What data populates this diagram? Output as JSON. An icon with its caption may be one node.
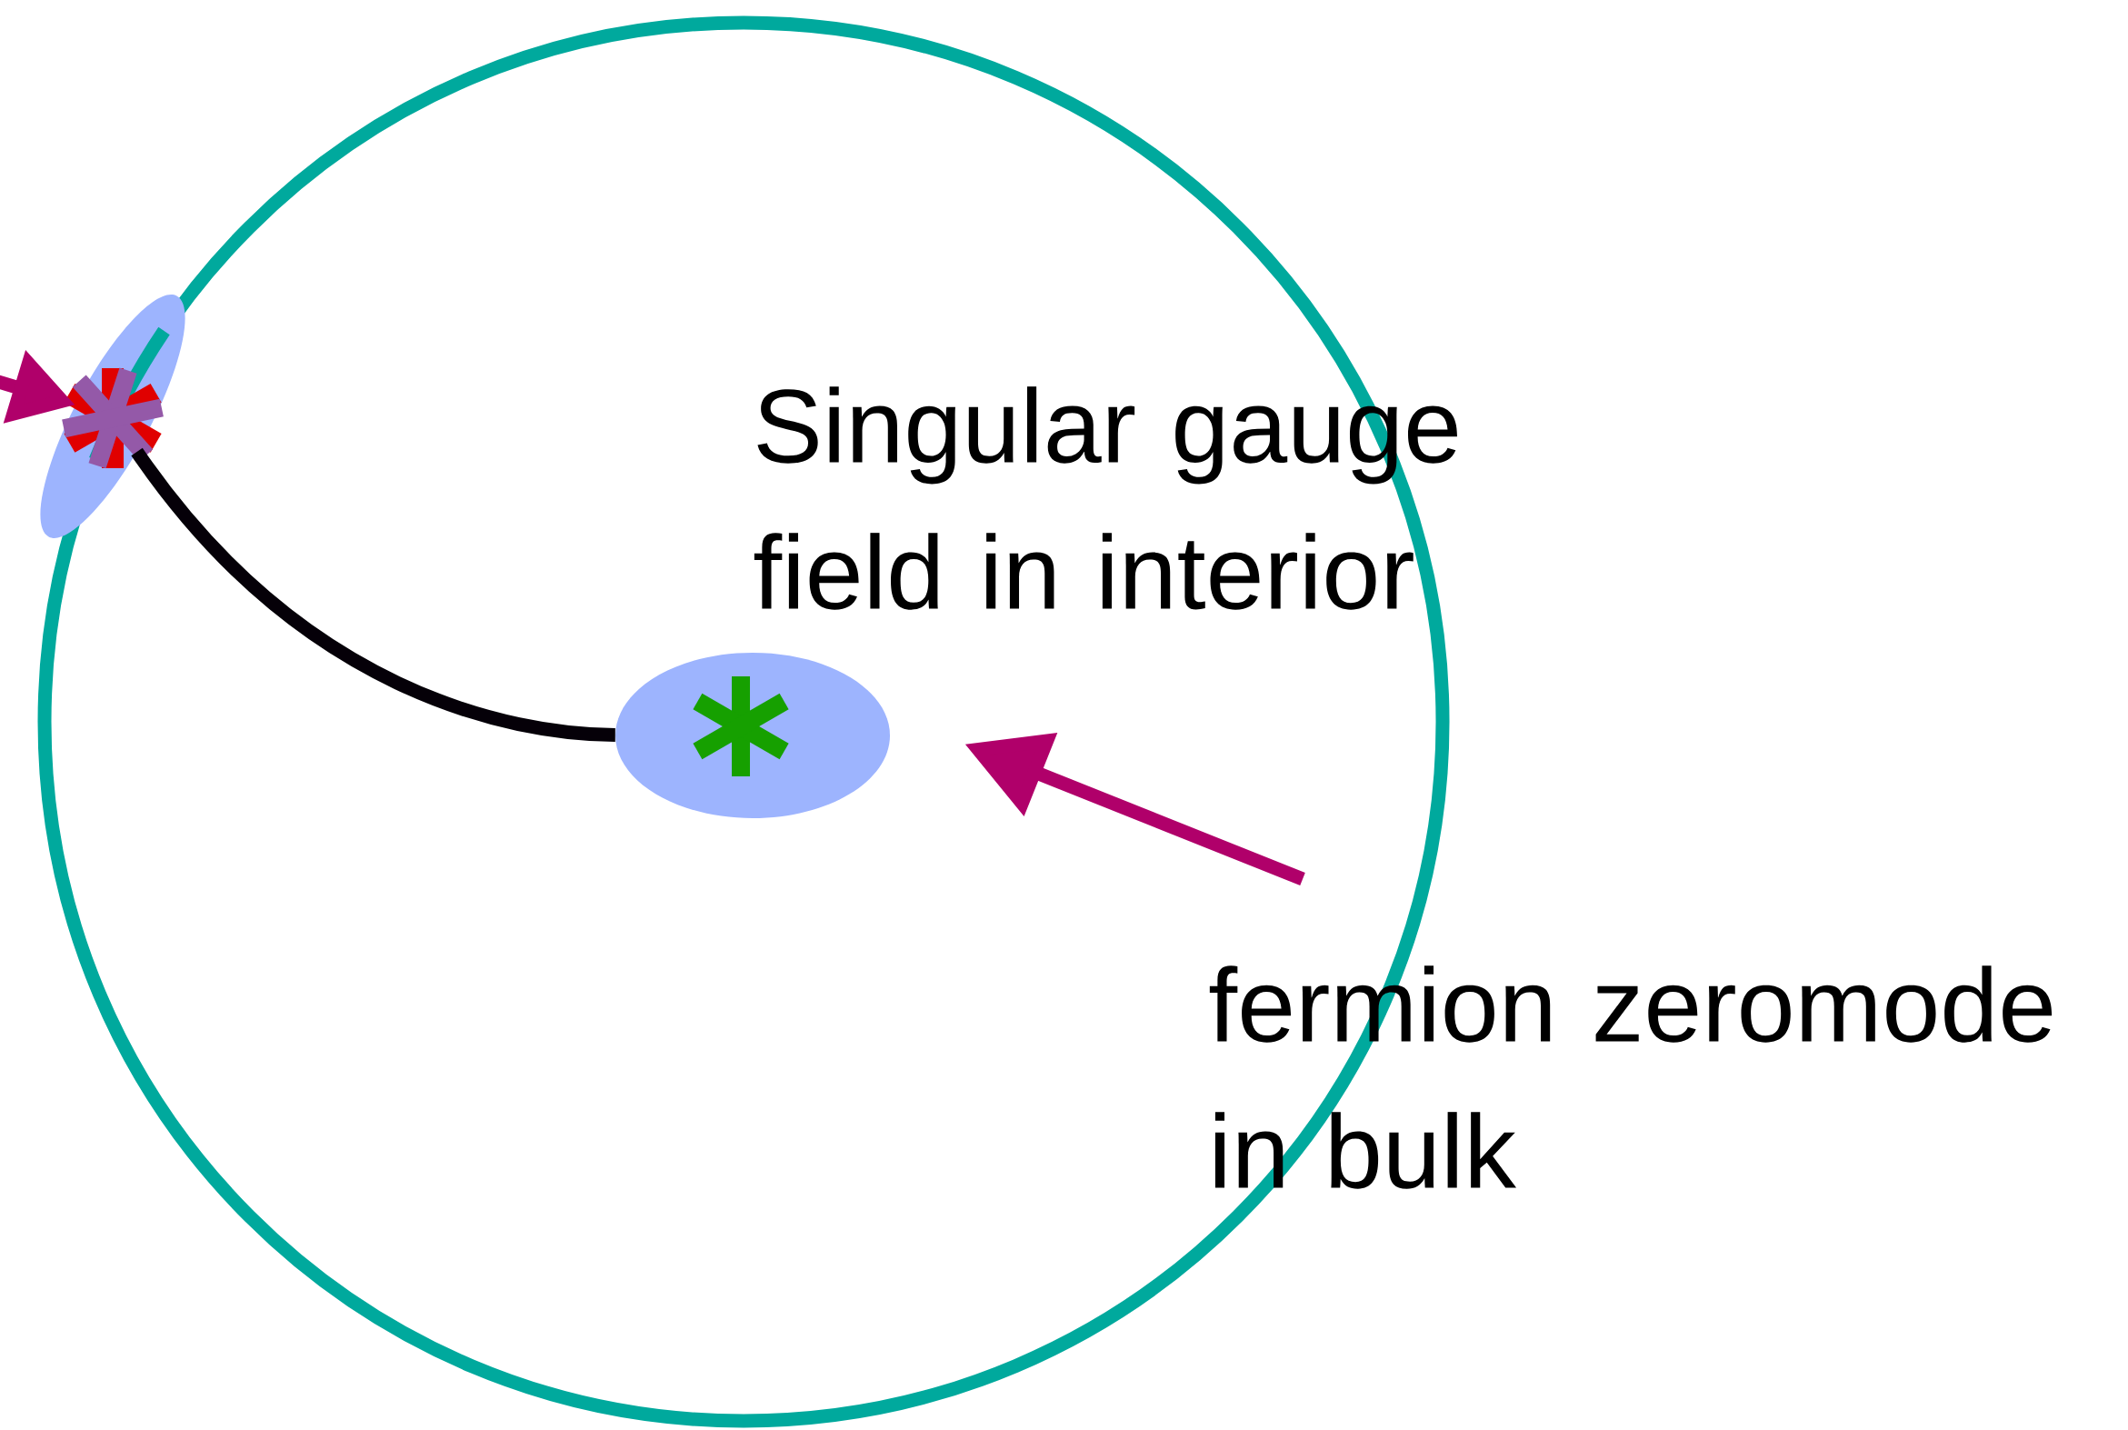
{
  "diagram": {
    "nodes": [
      {
        "text": [],
        "shape": "circle"
      },
      {
        "text": [],
        "shape": "ellipse"
      },
      {
        "text": [],
        "shape": "ellipse",
        "in": 0
      },
      {
        "text": [
          "fermion zeromode in bulk"
        ]
      }
    ],
    "edges": [
      {
        "from": 1,
        "to": 2,
        "arrow": "none",
        "color": "#050008"
      },
      {
        "from": 3,
        "to": 2,
        "arrow": "to",
        "color": "#b0006a"
      },
      {
        "from": null,
        "to": 1,
        "arrow": "to",
        "color": "#b0006a"
      }
    ],
    "labels": [
      "Singular gauge field in interior"
    ]
  }
}
